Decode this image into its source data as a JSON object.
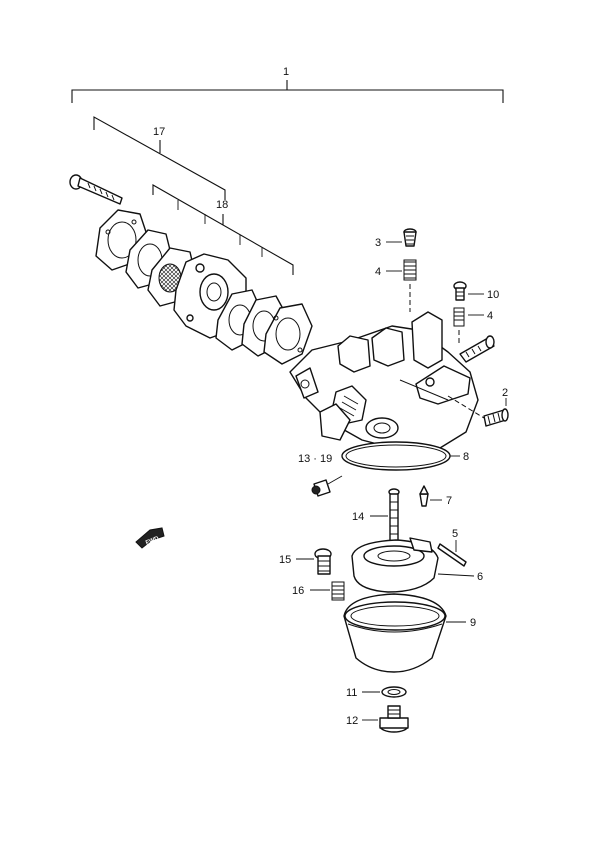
{
  "callouts": {
    "c1": "1",
    "c2": "2",
    "c3": "3",
    "c4a": "4",
    "c4b": "4",
    "c5": "5",
    "c6": "6",
    "c7": "7",
    "c8": "8",
    "c9": "9",
    "c10": "10",
    "c11": "11",
    "c12": "12",
    "c13_19": "13 · 19",
    "c14": "14",
    "c15": "15",
    "c16": "16",
    "c17": "17",
    "c18": "18"
  },
  "fwd_label": "FWD"
}
